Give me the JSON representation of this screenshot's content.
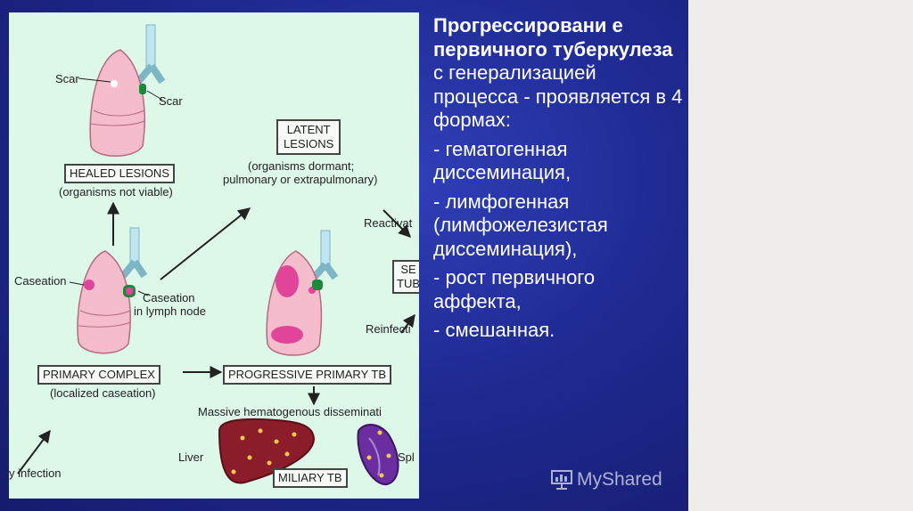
{
  "slide": {
    "title_bold": "Прогрессировани е первичного туберкулеза",
    "title_rest": " с генерализацией процесса - проявляется в 4 формах:",
    "bullets": [
      "- гематогенная диссеминация,",
      "- лимфогенная (лимфожелезистая диссеминация),",
      "- рост первичного аффекта,",
      "- смешанная."
    ],
    "watermark": "MyShared"
  },
  "diagram": {
    "labels": {
      "scar_left": "Scar",
      "scar_right": "Scar",
      "healed_lesions": "HEALED LESIONS",
      "organisms_not_viable": "(organisms not viable)",
      "latent_lesions_1": "LATENT",
      "latent_lesions_2": "LESIONS",
      "organisms_dormant_1": "(organisms dormant;",
      "organisms_dormant_2": "pulmonary or extrapulmonary)",
      "reactivation": "Reactivat",
      "secondary_1": "SE",
      "secondary_2": "TUB",
      "caseation": "Caseation",
      "caseation_lymph_1": "Caseation",
      "caseation_lymph_2": "in lymph node",
      "reinfection": "Reinfecti",
      "primary_complex": "PRIMARY COMPLEX",
      "localized_caseation": "(localized caseation)",
      "progressive_primary_tb": "PROGRESSIVE PRIMARY TB",
      "massive_dissemination": "Massive hematogenous disseminati",
      "liver": "Liver",
      "spleen": "Spl",
      "infection": "y infection",
      "miliary_tb": "MILIARY TB"
    }
  },
  "colors": {
    "slide_bg": "#1f2a92",
    "diagram_bg": "#ddf7e9",
    "lung_fill": "#f5bccb",
    "lesion": "#e0459a",
    "liver": "#8b1c2a",
    "spleen": "#6a2ea0"
  }
}
